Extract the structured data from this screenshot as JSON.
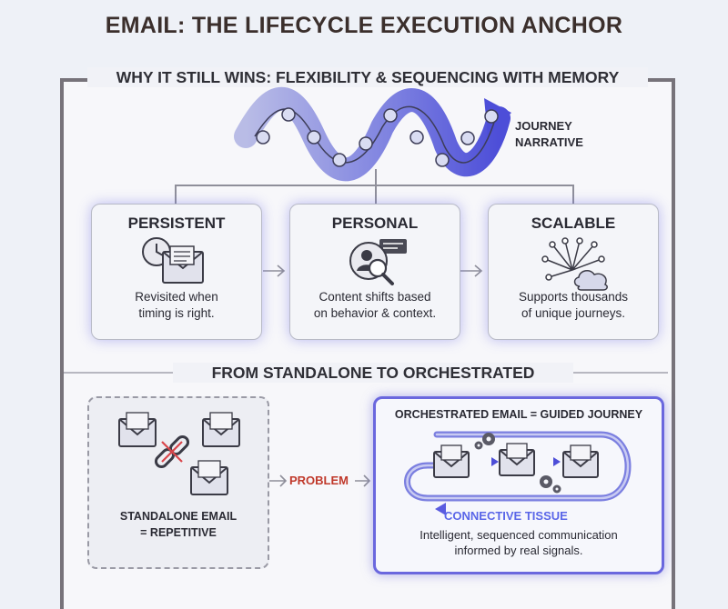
{
  "title": "EMAIL: THE LIFECYCLE EXECUTION ANCHOR",
  "section1": {
    "heading": "WHY IT STILL WINS: FLEXIBILITY & SEQUENCING WITH MEMORY",
    "journey": {
      "line1": "JOURNEY",
      "line2": "NARRATIVE"
    },
    "cards": [
      {
        "title": "PERSISTENT",
        "line1": "Revisited when",
        "line2": "timing is right.",
        "icon": "clock-envelope-icon"
      },
      {
        "title": "PERSONAL",
        "line1": "Content shifts based",
        "line2": "on behavior & context.",
        "icon": "user-magnifier-icon"
      },
      {
        "title": "SCALABLE",
        "line1": "Supports thousands",
        "line2": "of unique journeys.",
        "icon": "cloud-network-icon"
      }
    ]
  },
  "section2": {
    "heading": "FROM STANDALONE TO ORCHESTRATED",
    "standalone": {
      "line1": "STANDALONE EMAIL",
      "line2": "= REPETITIVE"
    },
    "problem": "PROBLEM",
    "orchestrated": {
      "title": "ORCHESTRATED EMAIL = GUIDED JOURNEY",
      "connective": "CONNECTIVE TISSUE",
      "line1": "Intelligent, sequenced communication",
      "line2": "informed by real signals."
    }
  },
  "colors": {
    "accent": "#6a67de",
    "problem": "#c0392b",
    "connective": "#5a66e8",
    "frame": "#77737a"
  }
}
